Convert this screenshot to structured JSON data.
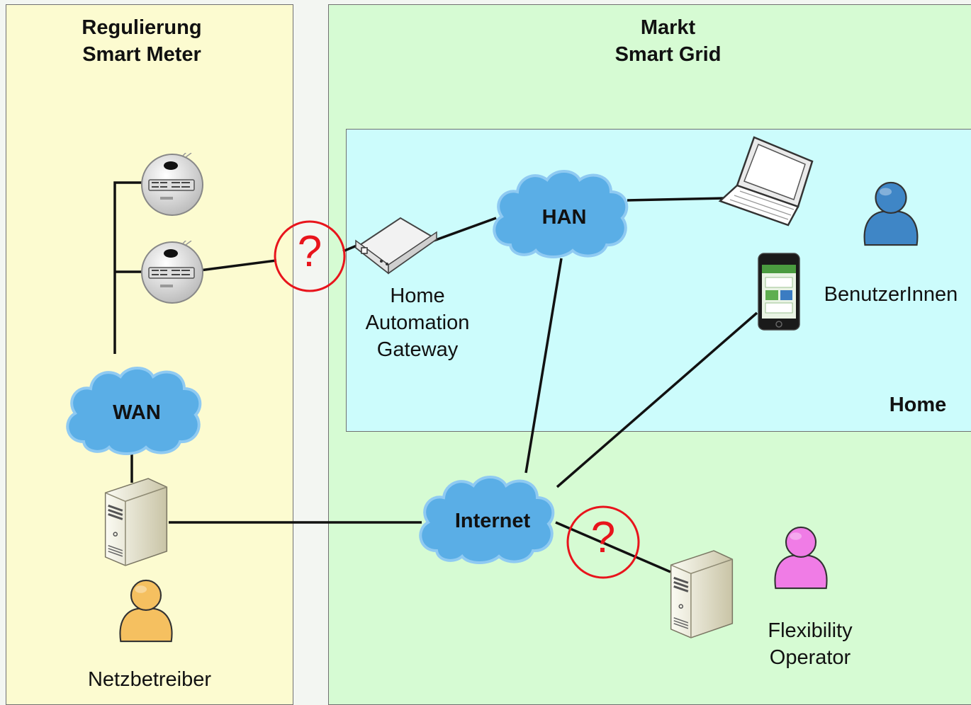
{
  "zones": {
    "regulation": {
      "line1": "Regulierung",
      "line2": "Smart Meter"
    },
    "market": {
      "line1": "Markt",
      "line2": "Smart Grid"
    },
    "home": {
      "label": "Home"
    }
  },
  "networks": {
    "han": "HAN",
    "wan": "WAN",
    "internet": "Internet"
  },
  "labels": {
    "gateway_line1": "Home",
    "gateway_line2": "Automation",
    "gateway_line3": "Gateway",
    "users": "BenutzerInnen",
    "grid_operator": "Netzbetreiber",
    "flex_line1": "Flexibility",
    "flex_line2": "Operator",
    "question_mark": "?"
  },
  "colors": {
    "regulation_bg": "#fcfbd0",
    "market_bg": "#d6fbd3",
    "home_bg": "#ccfcfc",
    "cloud": "#5aaee6",
    "question": "#e8141c",
    "person_user": "#3f86c6",
    "person_operator": "#f5c060",
    "person_flex": "#f07ce6"
  }
}
